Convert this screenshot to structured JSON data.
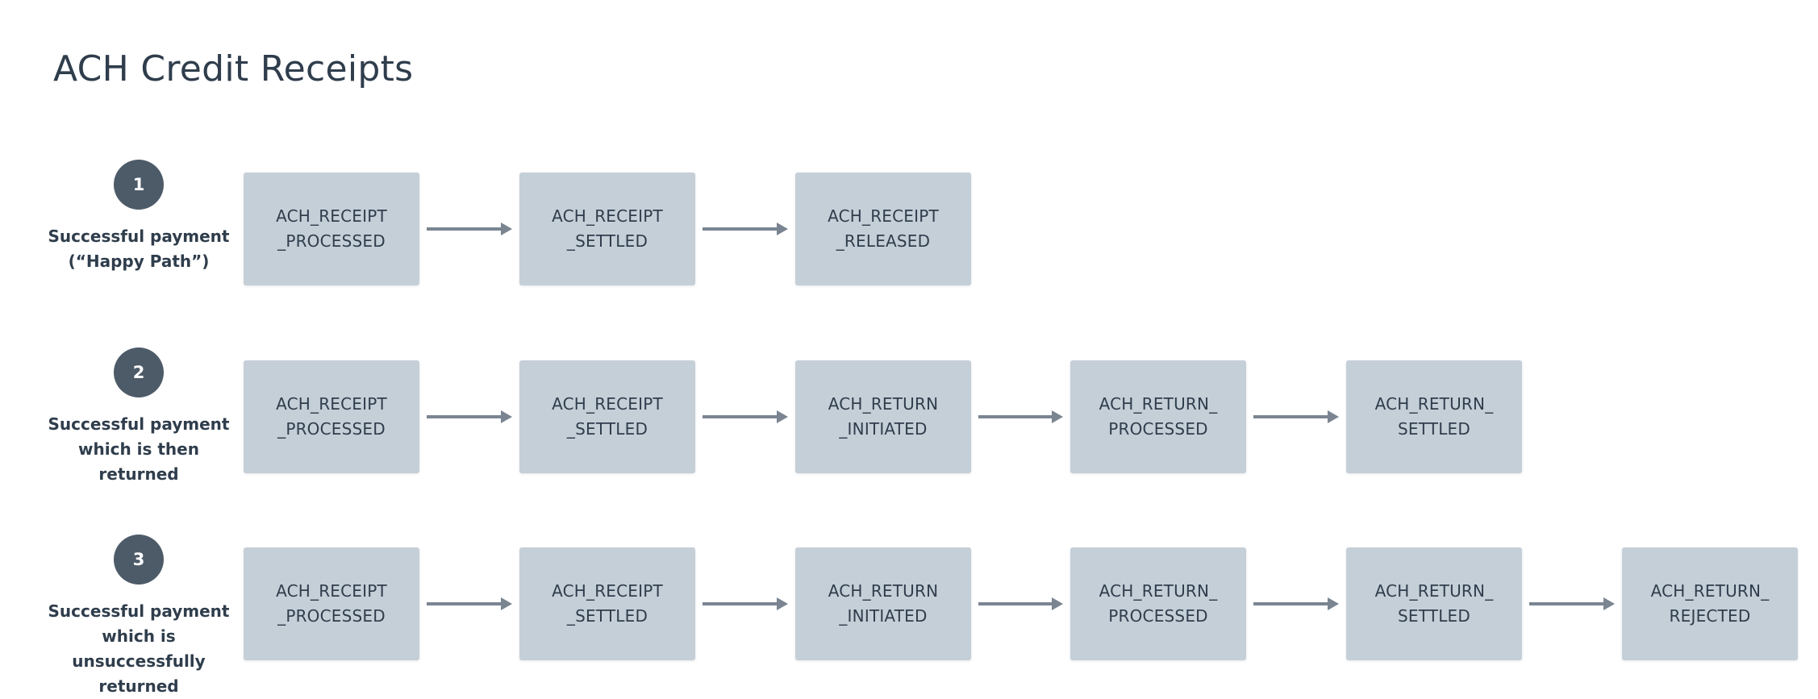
{
  "title": "ACH Credit Receipts",
  "colors": {
    "badge": "#4d5b69",
    "box": "#c5cfd8",
    "arrow": "#7a8591",
    "text": "#2f3d4c"
  },
  "flows": [
    {
      "step": "1",
      "caption": "Successful payment\n(“Happy Path”)",
      "states": [
        "ACH_RECEIPT\n_PROCESSED",
        "ACH_RECEIPT\n_SETTLED",
        "ACH_RECEIPT\n_RELEASED"
      ]
    },
    {
      "step": "2",
      "caption": "Successful payment\nwhich is then returned",
      "states": [
        "ACH_RECEIPT\n_PROCESSED",
        "ACH_RECEIPT\n_SETTLED",
        "ACH_RETURN\n_INITIATED",
        "ACH_RETURN_\nPROCESSED",
        "ACH_RETURN_\nSETTLED"
      ]
    },
    {
      "step": "3",
      "caption": "Successful payment\nwhich is unsuccessfully\nreturned",
      "states": [
        "ACH_RECEIPT\n_PROCESSED",
        "ACH_RECEIPT\n_SETTLED",
        "ACH_RETURN\n_INITIATED",
        "ACH_RETURN_\nPROCESSED",
        "ACH_RETURN_\nSETTLED",
        "ACH_RETURN_\nREJECTED"
      ]
    }
  ]
}
